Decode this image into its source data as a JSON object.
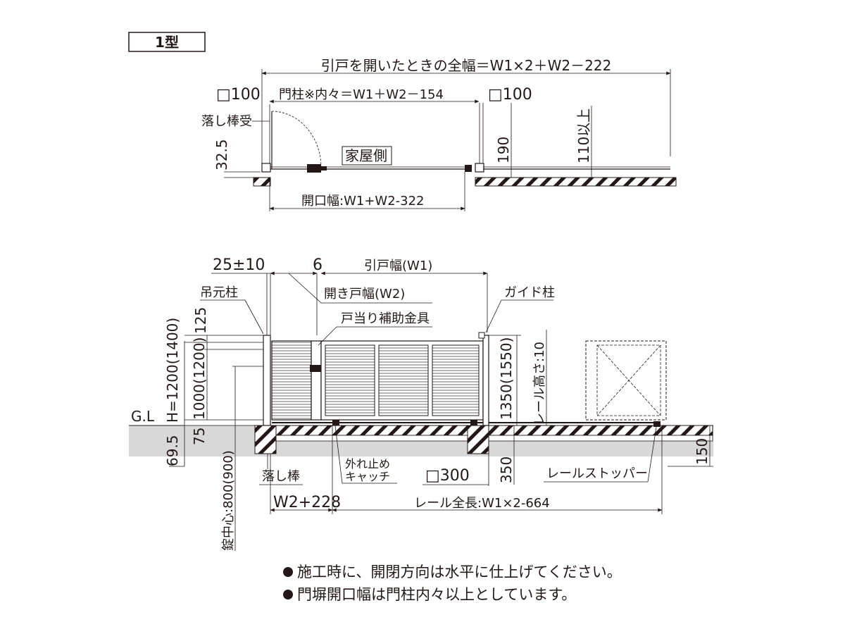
{
  "type_label": "1型",
  "plan": {
    "total_width_open": "引戸を開いたときの全幅＝W1×2＋W2－222",
    "post_size_left": "□100",
    "post_size_right": "□100",
    "post_inner": "門柱※内々＝W1＋W2－154",
    "drop_rod_receiver": "落し棒受",
    "dim_32_5": "32.5",
    "house_side": "家屋側",
    "dim_190": "190",
    "dim_110": "110以上",
    "opening_width": "開口幅:W1+W2-322"
  },
  "elevation": {
    "dim_25": "25±10",
    "dim_6": "6",
    "sliding_width": "引戸幅(W1)",
    "swing_width": "開き戸幅(W2)",
    "hinge_post": "吊元柱",
    "guide_post": "ガイド柱",
    "door_stop": "戸当り補助金具",
    "dim_125": "125",
    "dim_h": "H=1200(1400)",
    "dim_1000": "1000(1200)",
    "dim_75": "75",
    "dim_69_5": "69.5",
    "gl": "G.L",
    "lock_center": "錠中心:800(900)",
    "drop_rod": "落し棒",
    "catch1": "外れ止め",
    "catch2": "キャッチ",
    "foundation": "□300",
    "dim_350": "350",
    "dim_1350": "1350(1550)",
    "rail_height": "レール高さ:10",
    "rail_stopper": "レールストッパー",
    "dim_150": "150",
    "dim_w2_228": "W2+228",
    "rail_length": "レール全長:W1×2-664"
  },
  "notes": [
    "施工時に、開閉方向は水平に仕上げてください。",
    "門塀開口幅は門柱内々以上としています。"
  ]
}
